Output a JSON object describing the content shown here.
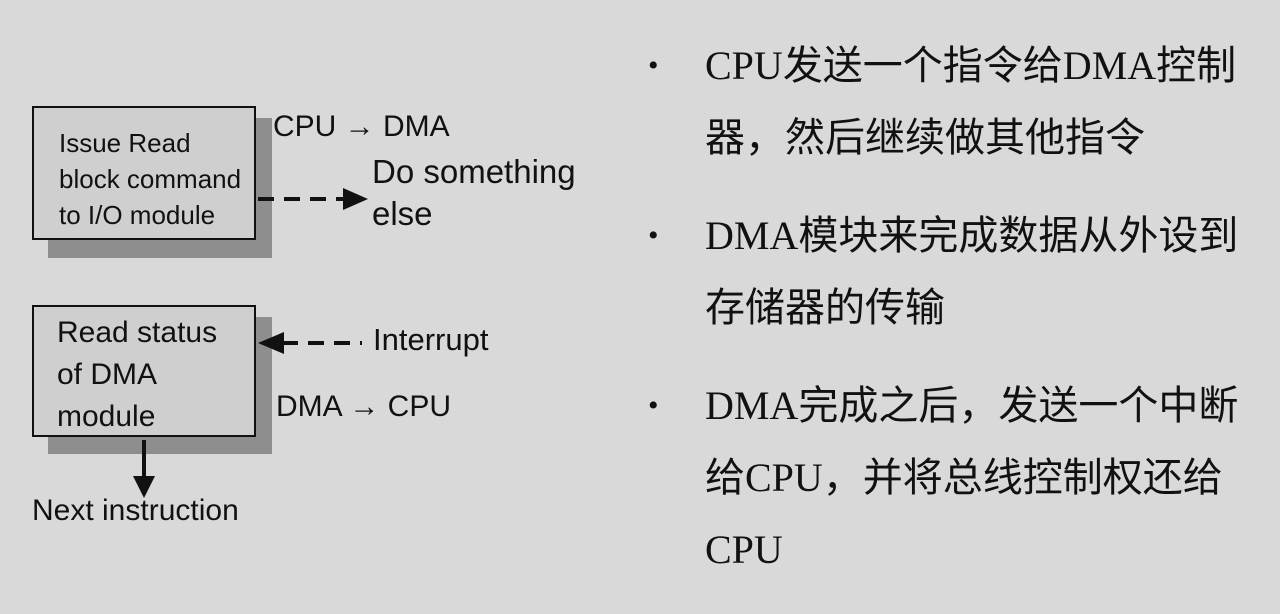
{
  "diagram": {
    "issue_box": {
      "lines": [
        "Issue Read",
        "block command",
        "to I/O module"
      ]
    },
    "cpu_to_dma": "CPU → DMA",
    "do_something_else": [
      "Do something",
      "else"
    ],
    "status_box": {
      "lines": [
        "Read status",
        "of DMA",
        "module"
      ]
    },
    "interrupt_label": "Interrupt",
    "dma_to_cpu": "DMA → CPU",
    "next_instruction": "Next instruction"
  },
  "bullets": [
    {
      "marker": "•",
      "text": "CPU发送一个指令给DMA控制器，然后继续做其他指令"
    },
    {
      "marker": "•",
      "text": "DMA模块来完成数据从外设到存储器的传输"
    },
    {
      "marker": "•",
      "text": "DMA完成之后，发送一个中断给CPU，并将总线控制权还给CPU"
    }
  ],
  "colors": {
    "background": "#d9d9d9",
    "box_fill": "#cfcfcf",
    "box_shadow": "#8e8e8e",
    "line": "#111111"
  }
}
